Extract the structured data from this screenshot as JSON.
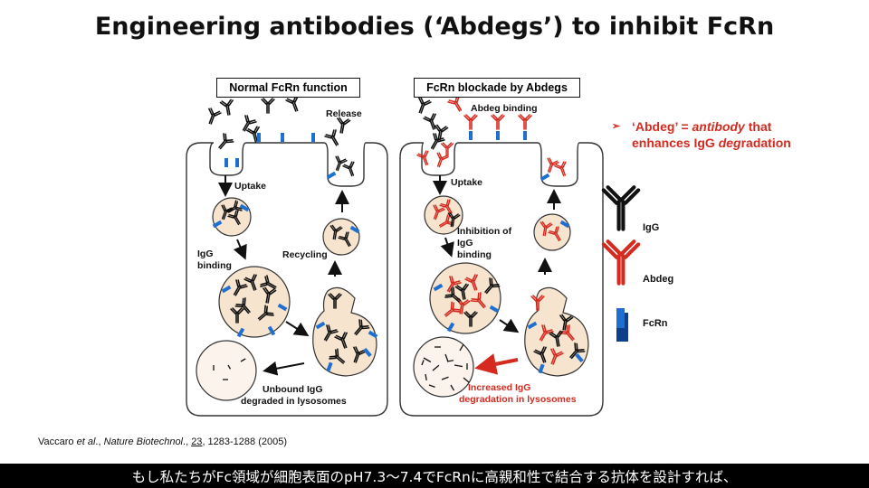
{
  "title": "Engineering antibodies (‘Abdegs’) to inhibit FcRn",
  "panels": {
    "left_label": "Normal FcRn function",
    "right_label": "FcRn blockade by Abdegs"
  },
  "left": {
    "release": "Release",
    "uptake": "Uptake",
    "igg_binding_1": "IgG",
    "igg_binding_2": "binding",
    "recycling": "Recycling",
    "unbound_1": "Unbound IgG",
    "unbound_2": "degraded in lysosomes"
  },
  "right": {
    "abdeg_binding": "Abdeg binding",
    "uptake": "Uptake",
    "inhibition_1": "Inhibition of",
    "inhibition_2": "IgG",
    "inhibition_3": "binding",
    "increased_1": "Increased IgG",
    "increased_2": "degradation in lysosomes"
  },
  "bullet": {
    "marker": "➢",
    "line1_a": "‘Abdeg’ = ",
    "line1_b": "antibody",
    "line1_c": " that",
    "line2_a": "enhances IgG ",
    "line2_b": "deg",
    "line2_c": "radation"
  },
  "legend": {
    "igg": "IgG",
    "abdeg": "Abdeg",
    "fcrn": "FcRn"
  },
  "citation": {
    "authors": "Vaccaro ",
    "etal": "et al",
    "sep": "., ",
    "journal": "Nature Biotechnol",
    "rest1": "., ",
    "volume": "23",
    "rest2": ", 1283-1288 (2005)"
  },
  "subtitle": "もし私たちがFc領域が細胞表面のpH7.3～7.4でFcRnに高親和性で結合する抗体を設計すれば、",
  "colors": {
    "igg": "#111111",
    "abdeg": "#d42a1f",
    "fcrn_blue": "#1f6fd1",
    "vesicle_fill": "#f6e4cf",
    "red_text": "#d42a1f"
  }
}
